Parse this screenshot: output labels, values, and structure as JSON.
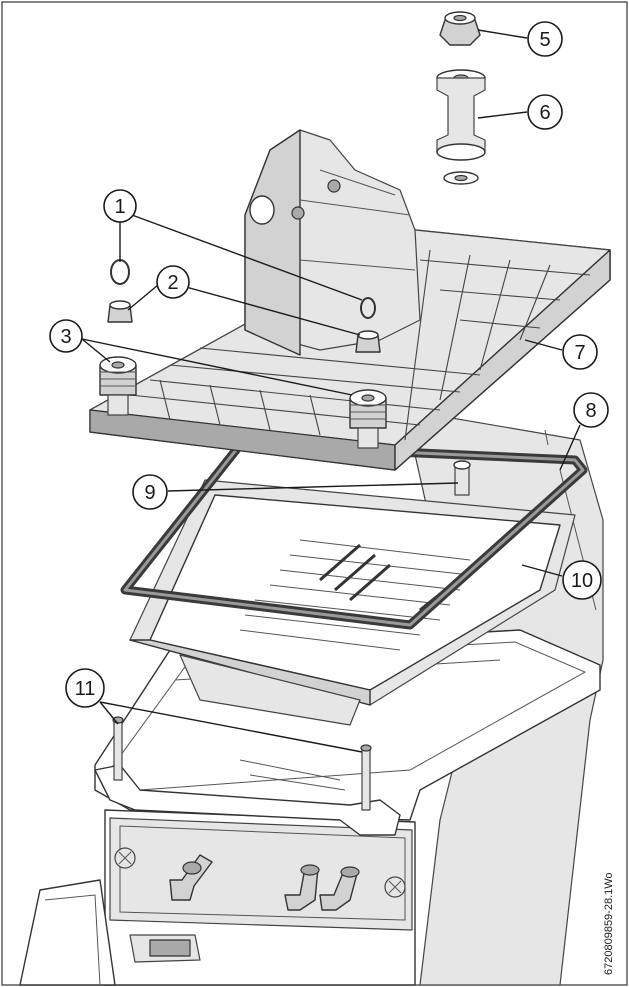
{
  "callouts": [
    {
      "id": "c1",
      "label": "1"
    },
    {
      "id": "c2",
      "label": "2"
    },
    {
      "id": "c3",
      "label": "3"
    },
    {
      "id": "c5",
      "label": "5"
    },
    {
      "id": "c6",
      "label": "6"
    },
    {
      "id": "c7",
      "label": "7"
    },
    {
      "id": "c8",
      "label": "8"
    },
    {
      "id": "c9",
      "label": "9"
    },
    {
      "id": "c10",
      "label": "10"
    },
    {
      "id": "c11",
      "label": "11"
    }
  ],
  "drawing_code": "6720809859-28.1Wo"
}
